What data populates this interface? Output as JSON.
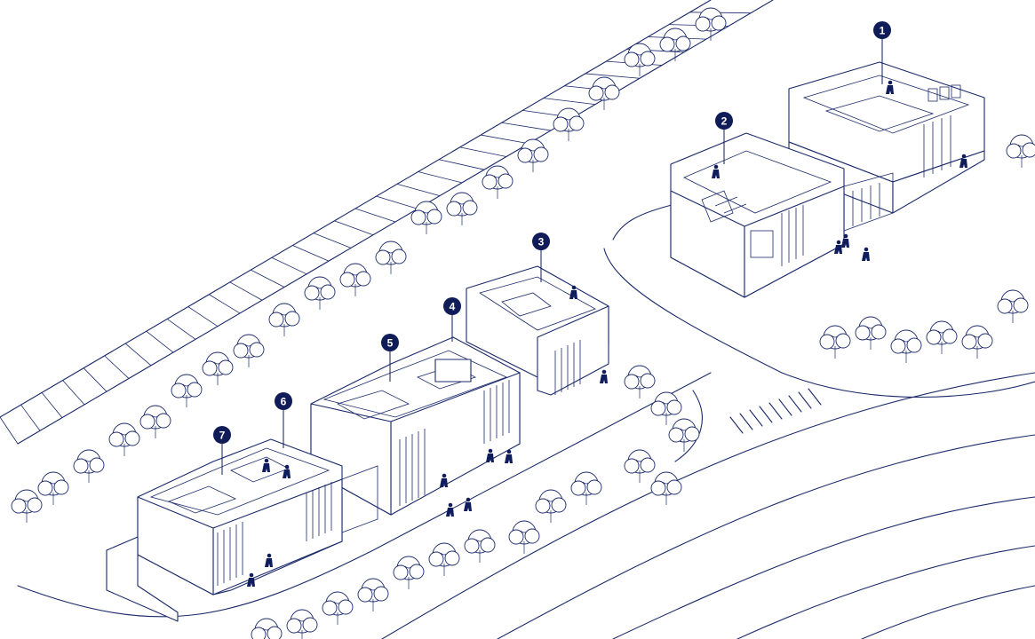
{
  "colors": {
    "ink": "#1b2a6b",
    "marker": "#0f1c57",
    "background": "#ffffff"
  },
  "markers": [
    {
      "label": "1"
    },
    {
      "label": "2"
    },
    {
      "label": "3"
    },
    {
      "label": "4"
    },
    {
      "label": "5"
    },
    {
      "label": "6"
    },
    {
      "label": "7"
    }
  ]
}
